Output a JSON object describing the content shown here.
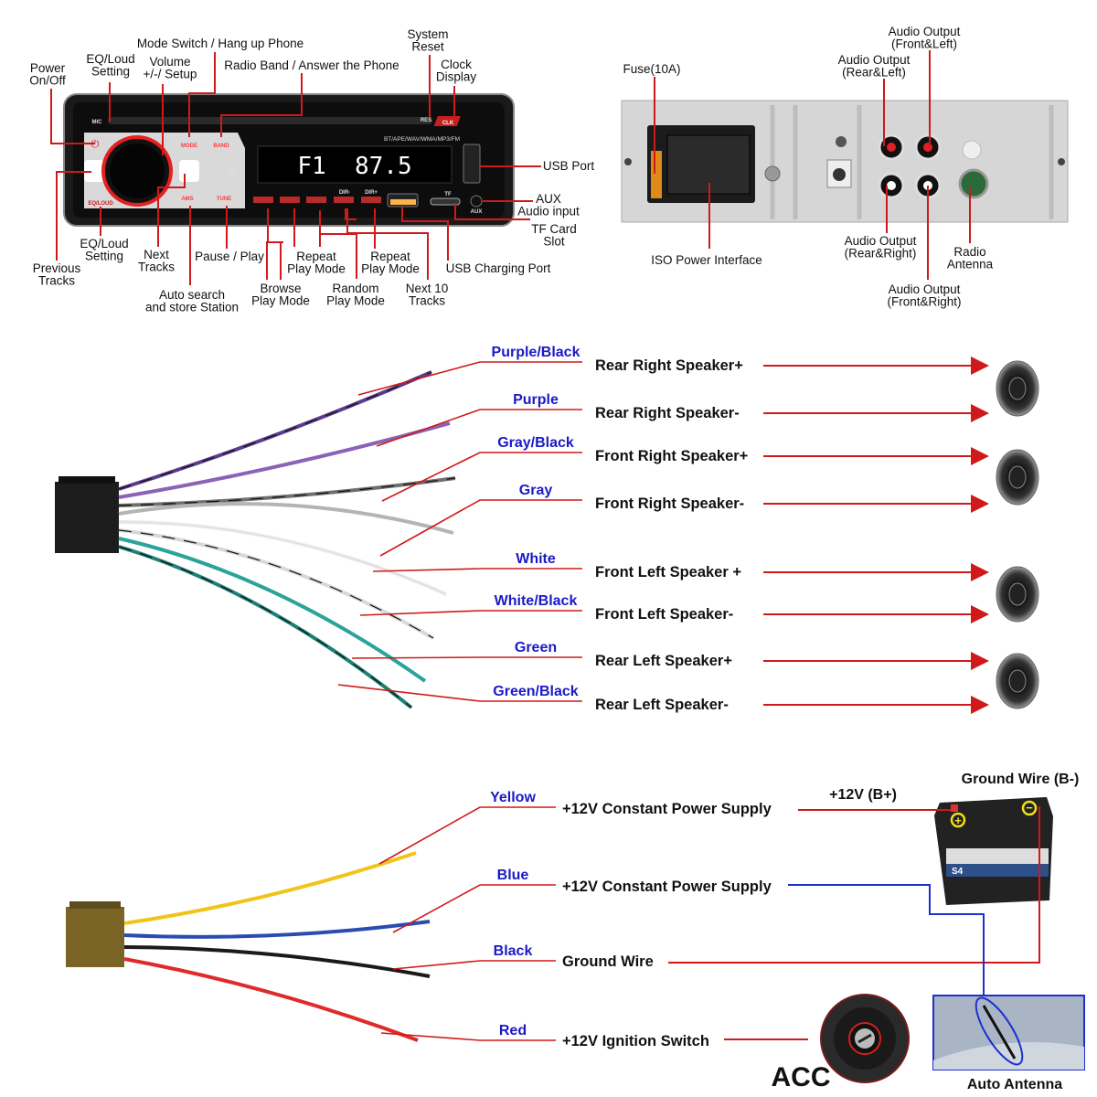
{
  "head_unit": {
    "front_labels": [
      [
        "Mode Switch / Hang up Phone"
      ],
      [
        "Power",
        "On/Off"
      ],
      [
        "EQ/Loud",
        "Setting"
      ],
      [
        "Volume",
        "+/-/ Setup"
      ],
      [
        "Radio Band / Answer the Phone"
      ],
      [
        "System",
        "Reset"
      ],
      [
        "Clock",
        "Display"
      ],
      [
        "USB Port"
      ],
      [
        "AUX",
        "Audio input"
      ],
      [
        "TF Card",
        "Slot"
      ],
      [
        "EQ/Loud",
        "Setting"
      ],
      [
        "Previous",
        "Tracks"
      ],
      [
        "Next",
        "Tracks"
      ],
      [
        "Pause / Play"
      ],
      [
        "Repeat",
        "Play Mode"
      ],
      [
        "Repeat",
        "Play Mode"
      ],
      [
        "USB Charging Port"
      ],
      [
        "Auto search",
        "and store Station"
      ],
      [
        "Browse",
        "Play Mode"
      ],
      [
        "Random",
        "Play Mode"
      ],
      [
        "Next 10",
        "Tracks"
      ]
    ],
    "rear_labels": [
      [
        "Fuse(10A)"
      ],
      [
        "Audio Output",
        "(Front&Left)"
      ],
      [
        "Audio Output",
        "(Rear&Left)"
      ],
      [
        "ISO Power Interface"
      ],
      [
        "Audio Output",
        "(Rear&Right)"
      ],
      [
        "Radio",
        "Antenna"
      ],
      [
        "Audio Output",
        "(Front&Right)"
      ]
    ],
    "display": "F1  87.5",
    "formats": "BT/APE/WAV/WMA/MP3/FM",
    "buttons": {
      "mic": "MIC",
      "mode": "MODE",
      "band": "BAND",
      "res": "RES",
      "clk": "CLK",
      "eq": "EQ/LOUD",
      "ams": "AMS",
      "tune": "TUNE",
      "dir_minus": "DIR-",
      "dir_plus": "DIR+",
      "tf": "TF",
      "aux": "AUX"
    }
  },
  "speaker_wiring": [
    {
      "wire": "Purple/Black",
      "function": "Rear Right Speaker+",
      "color": "#5b3b8c",
      "stripe": true
    },
    {
      "wire": "Purple",
      "function": "Rear Right Speaker-",
      "color": "#8a63b8",
      "stripe": false
    },
    {
      "wire": "Gray/Black",
      "function": "Front Right Speaker+",
      "color": "#6f6f6f",
      "stripe": true
    },
    {
      "wire": "Gray",
      "function": "Front Right Speaker-",
      "color": "#b4b4b4",
      "stripe": false
    },
    {
      "wire": "White",
      "function": "Front Left Speaker +",
      "color": "#ececec",
      "stripe": false
    },
    {
      "wire": "White/Black",
      "function": "Front Left Speaker-",
      "color": "#d8d8d8",
      "stripe": true
    },
    {
      "wire": "Green",
      "function": "Rear Left Speaker+",
      "color": "#2aa39a",
      "stripe": false
    },
    {
      "wire": "Green/Black",
      "function": "Rear Left Speaker-",
      "color": "#1f7f76",
      "stripe": true
    }
  ],
  "power_wiring": [
    {
      "wire": "Yellow",
      "function": "+12V Constant Power Supply",
      "color": "#f0c419"
    },
    {
      "wire": "Blue",
      "function": "+12V Constant Power Supply",
      "color": "#2a4bb0"
    },
    {
      "wire": "Black",
      "function": "Ground Wire",
      "color": "#1a1a1a"
    },
    {
      "wire": "Red",
      "function": "+12V Ignition Switch",
      "color": "#e02a2a"
    }
  ],
  "battery": {
    "positive_label": "+12V (B+)",
    "ground_label": "Ground Wire (B-)",
    "model": "S4"
  },
  "acc_label": "ACC",
  "antenna_label": "Auto Antenna",
  "colors": {
    "leader": "#d0191a",
    "wire_label": "#1a1ac8",
    "blue_wire": "#1c2fd0"
  }
}
